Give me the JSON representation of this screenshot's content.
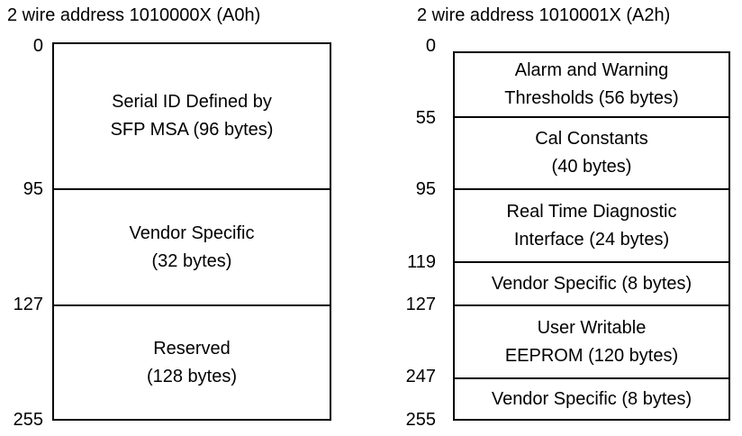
{
  "maps": [
    {
      "title": "2 wire address 1010000X (A0h)",
      "blocks": [
        {
          "start": 0,
          "end": 95,
          "lines": [
            "Serial ID Defined by",
            "SFP MSA (96 bytes)"
          ]
        },
        {
          "start": 95,
          "end": 127,
          "lines": [
            "Vendor Specific",
            "(32 bytes)"
          ]
        },
        {
          "start": 127,
          "end": 255,
          "lines": [
            "Reserved",
            "(128 bytes)"
          ]
        }
      ],
      "address_labels": [
        "0",
        "95",
        "127",
        "255"
      ]
    },
    {
      "title": "2 wire address 1010001X (A2h)",
      "blocks": [
        {
          "start": 0,
          "end": 55,
          "lines": [
            "Alarm and Warning",
            "Thresholds (56 bytes)"
          ]
        },
        {
          "start": 55,
          "end": 95,
          "lines": [
            "Cal Constants",
            "(40 bytes)"
          ]
        },
        {
          "start": 95,
          "end": 119,
          "lines": [
            "Real Time Diagnostic",
            "Interface (24 bytes)"
          ]
        },
        {
          "start": 119,
          "end": 127,
          "lines": [
            "Vendor Specific (8 bytes)"
          ]
        },
        {
          "start": 127,
          "end": 247,
          "lines": [
            "User Writable",
            "EEPROM (120 bytes)"
          ]
        },
        {
          "start": 247,
          "end": 255,
          "lines": [
            "Vendor Specific (8 bytes)"
          ]
        }
      ],
      "address_labels": [
        "0",
        "55",
        "95",
        "119",
        "127",
        "247",
        "255"
      ]
    }
  ]
}
